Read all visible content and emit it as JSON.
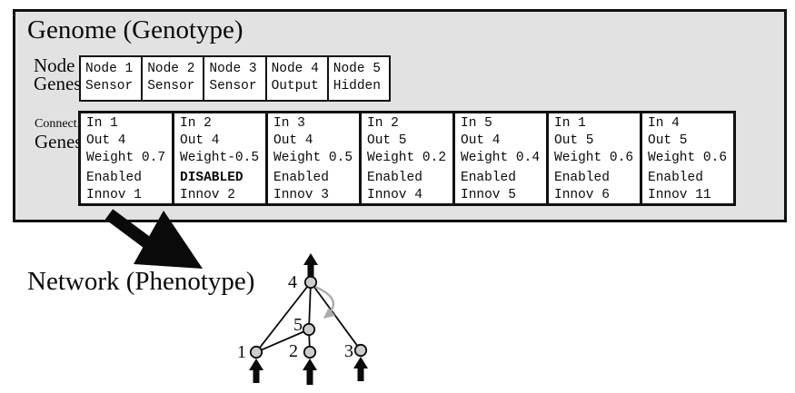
{
  "genome": {
    "title": "Genome (Genotype)",
    "node_genes_label": [
      "Node",
      "Genes"
    ],
    "connect_genes_label": [
      "Connect.",
      "Genes"
    ],
    "node_genes": [
      {
        "name": "Node 1",
        "type": "Sensor"
      },
      {
        "name": "Node 2",
        "type": "Sensor"
      },
      {
        "name": "Node 3",
        "type": "Sensor"
      },
      {
        "name": "Node 4",
        "type": "Output"
      },
      {
        "name": "Node 5",
        "type": "Hidden"
      }
    ],
    "connection_genes": [
      {
        "in": "In 1",
        "out": "Out 4",
        "weight": "Weight 0.7",
        "status": "Enabled",
        "innov": "Innov 1"
      },
      {
        "in": "In 2",
        "out": "Out 4",
        "weight": "Weight-0.5",
        "status": "DISABLED",
        "innov": "Innov 2"
      },
      {
        "in": "In 3",
        "out": "Out 4",
        "weight": "Weight 0.5",
        "status": "Enabled",
        "innov": "Innov 3"
      },
      {
        "in": "In 2",
        "out": "Out 5",
        "weight": "Weight 0.2",
        "status": "Enabled",
        "innov": "Innov 4"
      },
      {
        "in": "In 5",
        "out": "Out 4",
        "weight": "Weight 0.4",
        "status": "Enabled",
        "innov": "Innov 5"
      },
      {
        "in": "In 1",
        "out": "Out 5",
        "weight": "Weight 0.6",
        "status": "Enabled",
        "innov": "Innov 6"
      },
      {
        "in": "In 4",
        "out": "Out 5",
        "weight": "Weight 0.6",
        "status": "Enabled",
        "innov": "Innov 11"
      }
    ]
  },
  "network": {
    "title": "Network (Phenotype)",
    "node_labels": [
      "1",
      "2",
      "3",
      "4",
      "5"
    ],
    "edges_depicted": [
      "1->4",
      "1->5",
      "2->5",
      "3->4",
      "5->4",
      "4->5 recurrent (gray)"
    ]
  },
  "colors": {
    "genome_box_bg": "#e2e2e2",
    "box_border": "#111111",
    "node_fill": "#cccccc",
    "recurrent_arrow": "#ababab"
  }
}
